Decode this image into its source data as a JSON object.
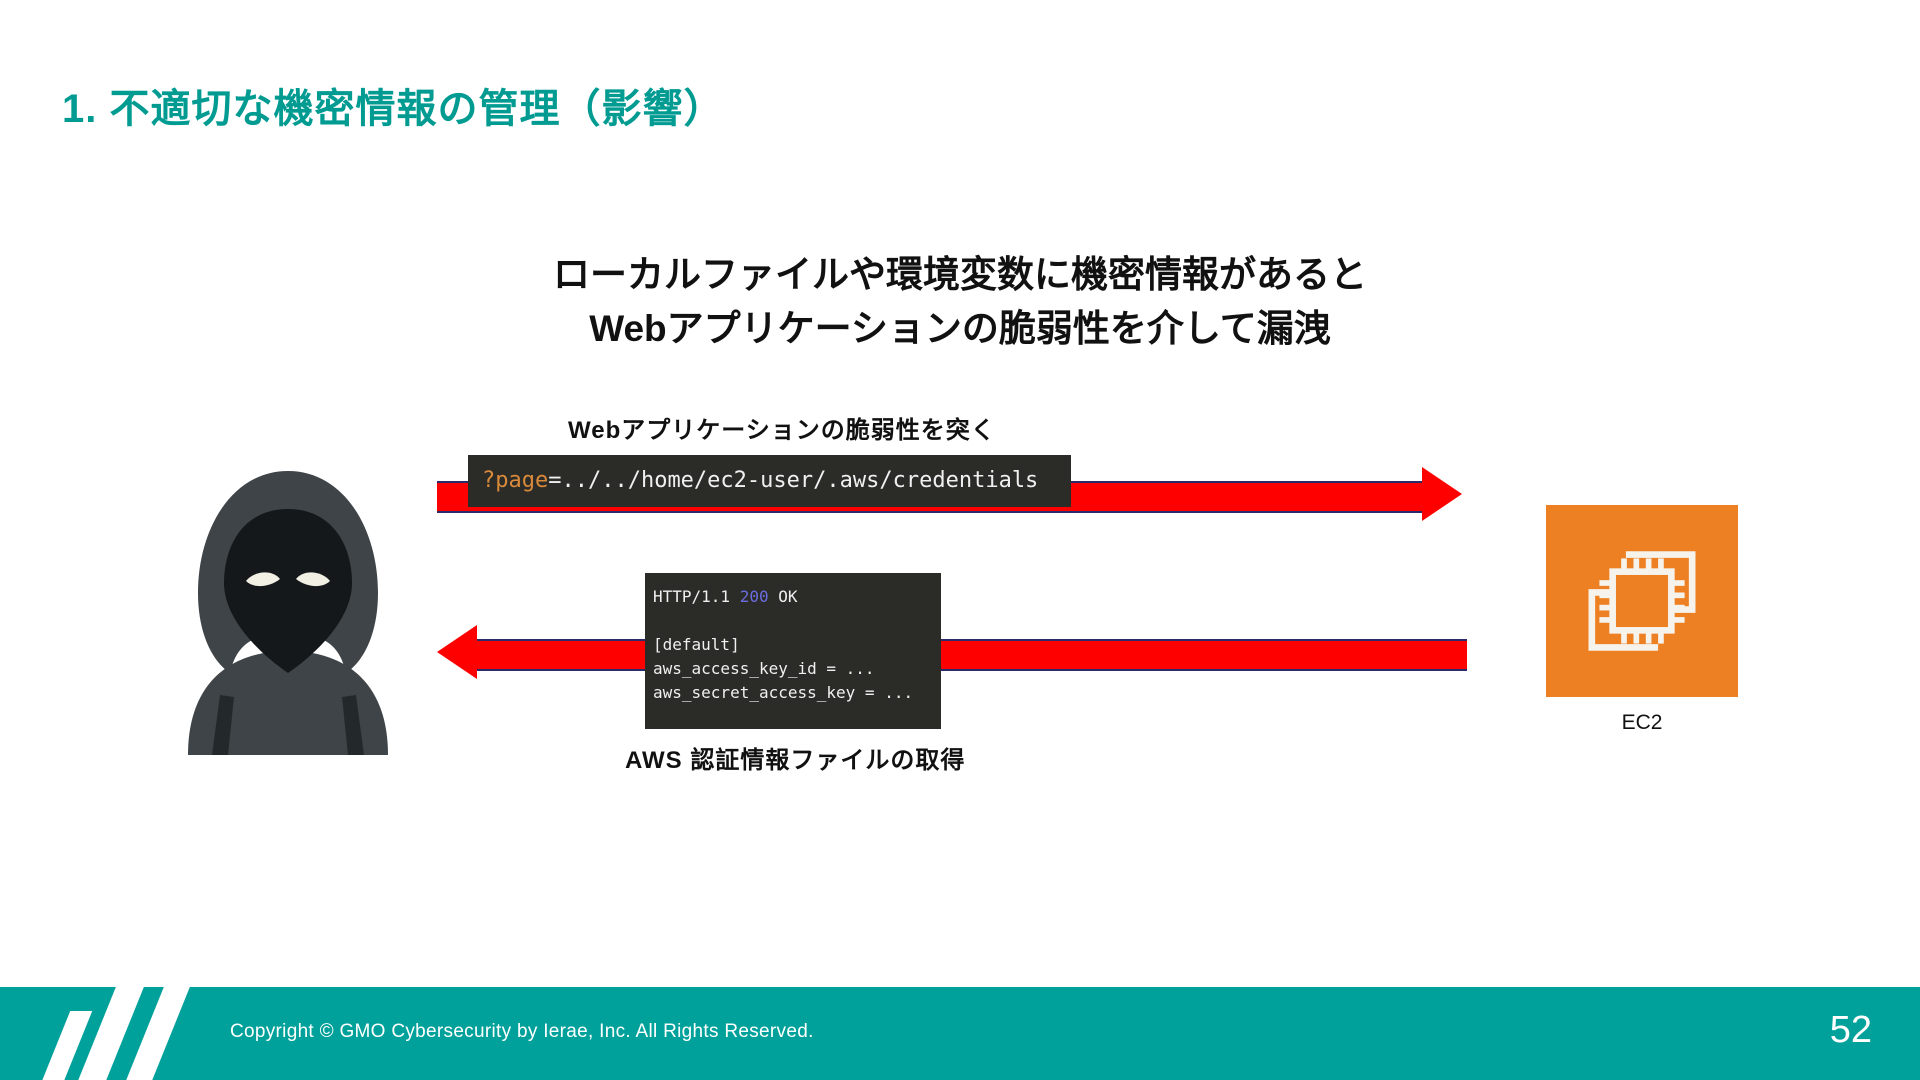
{
  "slide": {
    "title": "1. 不適切な機密情報の管理（影響）",
    "headline_line1": "ローカルファイルや環境変数に機密情報があると",
    "headline_line2": "Webアプリケーションの脆弱性を介して漏洩"
  },
  "diagram": {
    "attacker_icon": "hooded-hacker-icon",
    "request_label": "Webアプリケーションの脆弱性を突く",
    "request_code": {
      "param": "?page",
      "rest": "=../../home/ec2-user/.aws/credentials"
    },
    "response_label": "AWS 認証情報ファイルの取得",
    "response_code": {
      "line1_a": "HTTP/1.1 ",
      "line1_status": "200",
      "line1_b": " OK",
      "line2": "",
      "line3": "[default]",
      "line4": "aws_access_key_id = ...",
      "line5": "aws_secret_access_key = ..."
    },
    "server": {
      "label": "EC2",
      "icon": "aws-ec2-icon",
      "color": "#ED8022"
    },
    "arrow_color": "#FF0000"
  },
  "footer": {
    "copyright": "Copyright © GMO Cybersecurity by Ierae, Inc. All Rights Reserved.",
    "page_number": "52",
    "brand_color": "#00A19B"
  },
  "colors": {
    "title_teal": "#019B92",
    "code_bg": "#2b2b28",
    "code_param": "#D98A3A",
    "code_status": "#6C6CE0"
  }
}
